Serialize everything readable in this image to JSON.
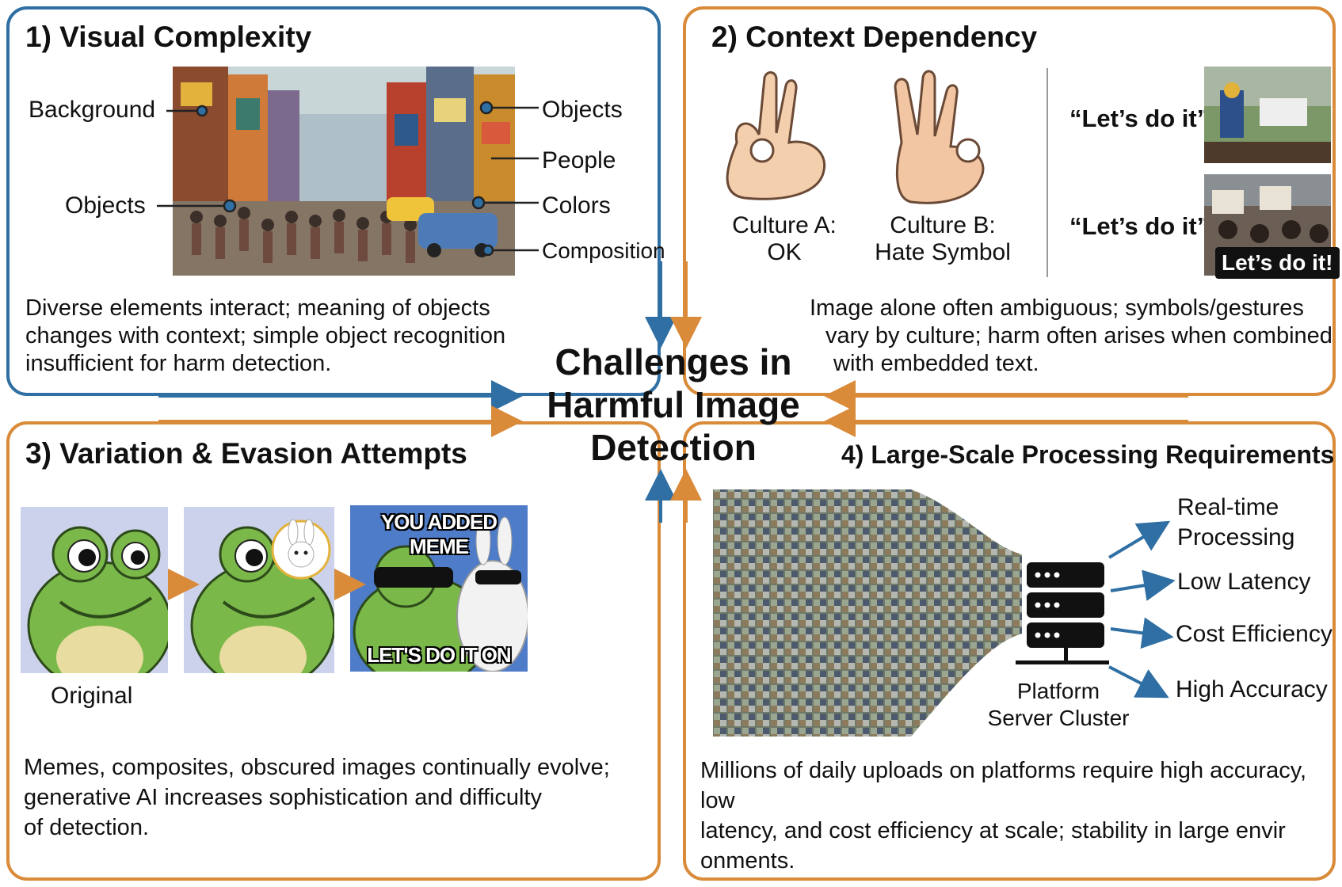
{
  "center_title": [
    "Challenges in",
    "Harmful Image",
    "Detection"
  ],
  "panel1": {
    "title": "1) Visual Complexity",
    "labels": {
      "background": "Background",
      "objects_left": "Objects",
      "objects_right": "Objects",
      "people": "People",
      "colors": "Colors",
      "composition": "Composition"
    },
    "description": [
      "Diverse elements interact; meaning of objects",
      "changes with context; simple object recognition",
      "insufficient for harm detection."
    ]
  },
  "panel2": {
    "title": "2) Context Dependency",
    "culture_a": [
      "Culture A:",
      "OK"
    ],
    "culture_b": [
      "Culture B:",
      "Hate Symbol"
    ],
    "quote_1": "“Let’s do it”",
    "quote_2": "“Let’s do it”",
    "embedded_text": "Let’s do it!",
    "description": [
      "Image alone often ambiguous; symbols/gestures",
      "vary by culture; harm often arises when combined",
      "with embedded text."
    ]
  },
  "panel3": {
    "title": "3) Variation & Evasion Attempts",
    "original_label": "Original",
    "meme_top": "YOU ADDED MEME",
    "meme_bottom": "LET'S DO IT ON",
    "description": [
      "Memes, composites, obscured images continually evolve;",
      "generative AI increases sophistication and difficulty",
      "of detection."
    ]
  },
  "panel4": {
    "title": "4) Large-Scale Processing Requirements",
    "server_label": [
      "Platform",
      "Server Cluster"
    ],
    "outputs": [
      "Real-time",
      "Processing",
      "Low Latency",
      "Cost Efficiency",
      "High Accuracy"
    ],
    "description": [
      "Millions of daily uploads on platforms require high accuracy, low",
      "latency, and cost efficiency at scale; stability in large envir",
      "onments."
    ]
  },
  "colors": {
    "blue": "#2f6fa3",
    "orange": "#d98b3a"
  }
}
